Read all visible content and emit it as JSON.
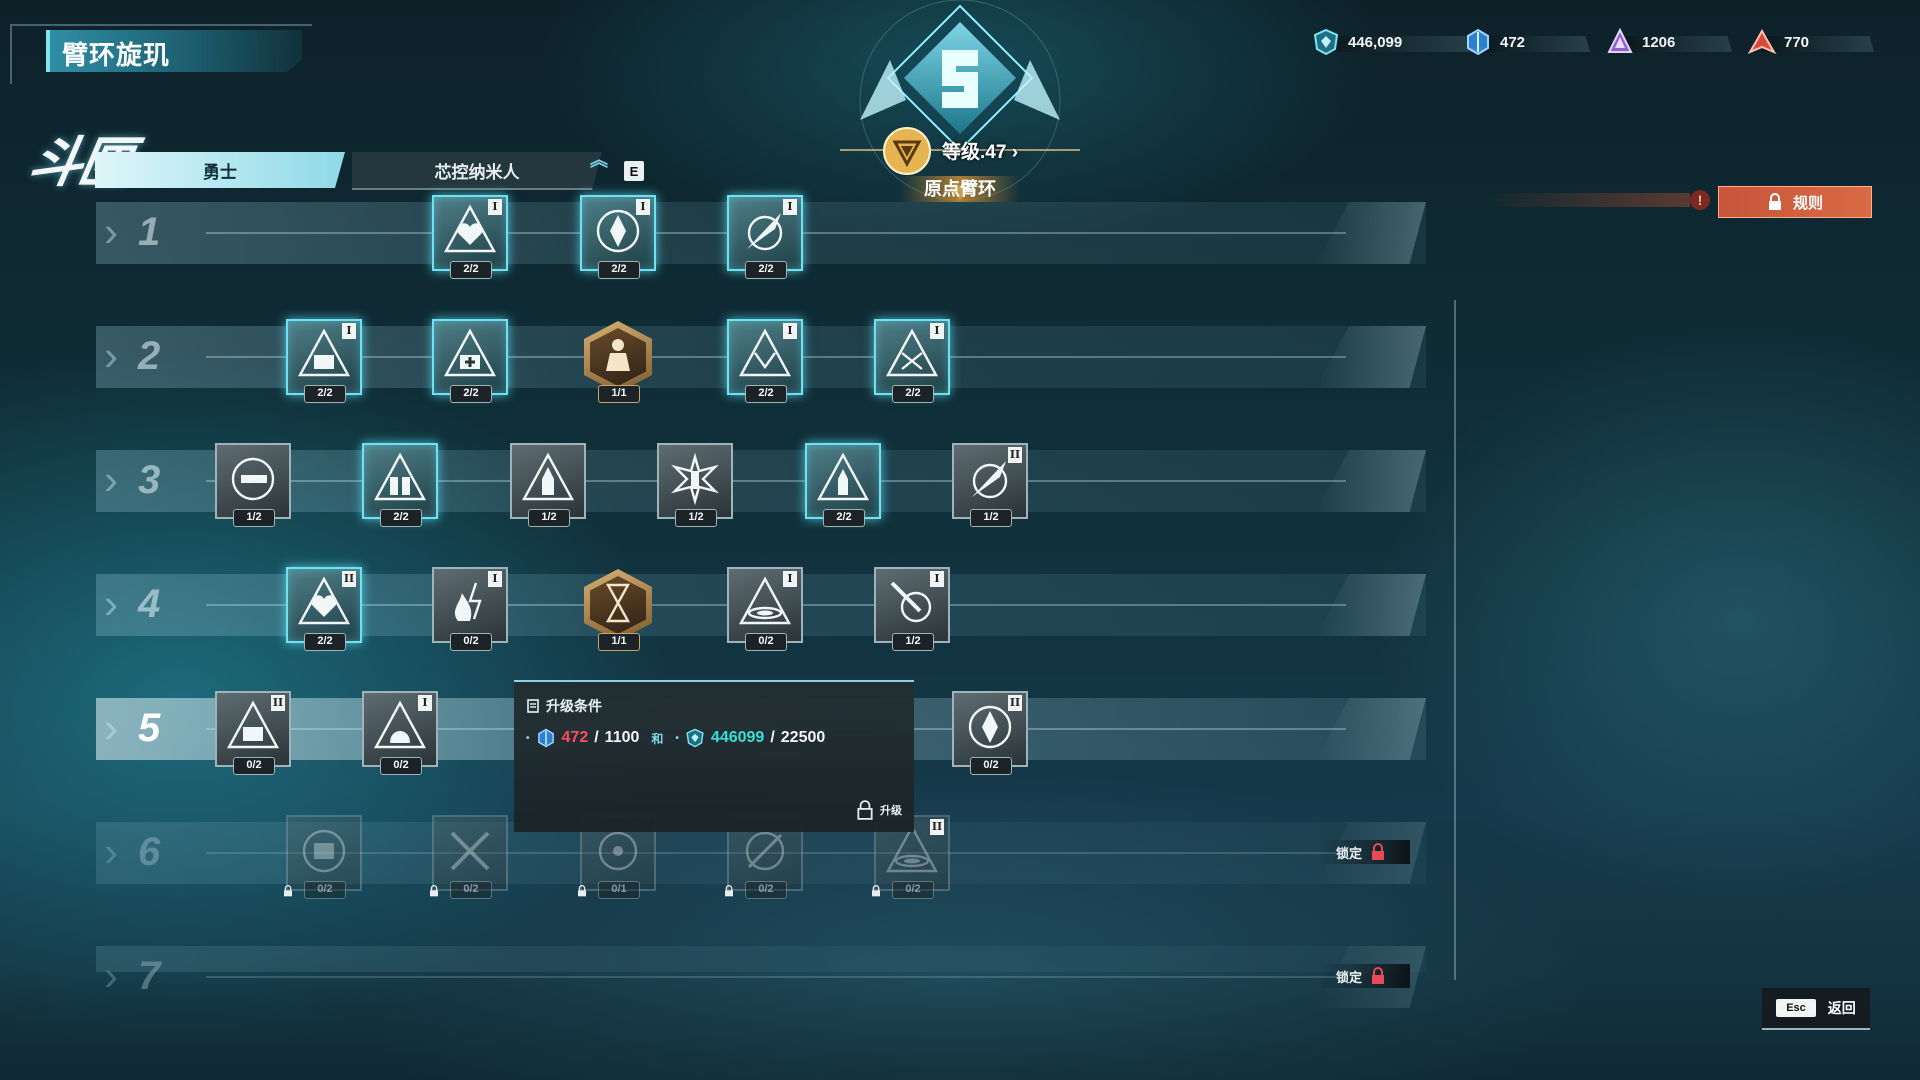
{
  "title": "臂环旋玑",
  "section_label": "斗匣",
  "tabs": [
    {
      "label": "勇士",
      "active": true
    },
    {
      "label": "芯控纳米人",
      "active": false
    }
  ],
  "tab_hotkey": "E",
  "emblem": {
    "level_text": "等级.47",
    "level_arrow": "›",
    "ring_name": "原点臂环"
  },
  "currencies": [
    {
      "icon": "shield-crest-icon",
      "value": "446,099",
      "color": "#3ab6c8"
    },
    {
      "icon": "blue-crystal-icon",
      "value": "472",
      "color": "#3a8fd8"
    },
    {
      "icon": "purple-crystal-icon",
      "value": "1206",
      "color": "#b68ad8"
    },
    {
      "icon": "red-crystal-icon",
      "value": "770",
      "color": "#e05a4a"
    }
  ],
  "rules": {
    "label": "规则",
    "warning": "!"
  },
  "rows": [
    {
      "number": "1",
      "state": "unlocked",
      "nodes": [
        {
          "icon": "heart-shield-icon",
          "tier": "I",
          "count": "2/2",
          "style": "active"
        },
        {
          "icon": "compass-diamond-icon",
          "tier": "I",
          "count": "2/2",
          "style": "active"
        },
        {
          "icon": "feather-crosshair-icon",
          "tier": "I",
          "count": "2/2",
          "style": "active"
        }
      ]
    },
    {
      "number": "2",
      "state": "unlocked",
      "nodes": [
        {
          "icon": "fortress-shield-icon",
          "tier": "I",
          "count": "2/2",
          "style": "active"
        },
        {
          "icon": "medkit-shield-icon",
          "tier": "",
          "count": "2/2",
          "style": "active"
        },
        {
          "icon": "warrior-figure-icon",
          "tier": "",
          "count": "1/1",
          "style": "gold"
        },
        {
          "icon": "chevron-shield-icon",
          "tier": "I",
          "count": "2/2",
          "style": "active"
        },
        {
          "icon": "crossed-shield-icon",
          "tier": "I",
          "count": "2/2",
          "style": "active"
        }
      ]
    },
    {
      "number": "3",
      "state": "unlocked",
      "nodes": [
        {
          "icon": "bullet-crosshair-icon",
          "tier": "",
          "count": "1/2",
          "style": "normal"
        },
        {
          "icon": "ammo-crate-icon",
          "tier": "",
          "count": "2/2",
          "style": "active"
        },
        {
          "icon": "rocket-ammo-icon",
          "tier": "",
          "count": "1/2",
          "style": "normal"
        },
        {
          "icon": "bullet-burst-icon",
          "tier": "",
          "count": "1/2",
          "style": "normal"
        },
        {
          "icon": "bullet-shield-icon",
          "tier": "",
          "count": "2/2",
          "style": "active"
        },
        {
          "icon": "feather-crosshair-icon",
          "tier": "II",
          "count": "1/2",
          "style": "normal"
        }
      ]
    },
    {
      "number": "4",
      "state": "unlocked",
      "nodes": [
        {
          "icon": "heart-shield-icon",
          "tier": "II",
          "count": "2/2",
          "style": "active"
        },
        {
          "icon": "fire-lightning-icon",
          "tier": "I",
          "count": "0/2",
          "style": "normal"
        },
        {
          "icon": "hourglass-icon",
          "tier": "",
          "count": "1/1",
          "style": "gold"
        },
        {
          "icon": "ripple-shield-icon",
          "tier": "I",
          "count": "0/2",
          "style": "normal"
        },
        {
          "icon": "blade-target-icon",
          "tier": "I",
          "count": "1/2",
          "style": "normal"
        }
      ]
    },
    {
      "number": "5",
      "state": "unlocked",
      "nodes": [
        {
          "icon": "fortress-shield-icon",
          "tier": "II",
          "count": "0/2",
          "style": "normal"
        },
        {
          "icon": "hooded-shield-icon",
          "tier": "I",
          "count": "0/2",
          "style": "normal"
        },
        {
          "icon": "compass-diamond-icon",
          "tier": "II",
          "count": "0/2",
          "style": "normal"
        }
      ]
    },
    {
      "number": "6",
      "state": "locked",
      "locked_label": "锁定",
      "nodes": [
        {
          "icon": "fist-gear-icon",
          "tier": "",
          "count": "0/2",
          "style": "dim"
        },
        {
          "icon": "crossed-blades-icon",
          "tier": "",
          "count": "0/2",
          "style": "dim"
        },
        {
          "icon": "target-lock-icon",
          "tier": "",
          "count": "0/1",
          "style": "dim"
        },
        {
          "icon": "crosshair-slash-icon",
          "tier": "",
          "count": "0/2",
          "style": "dim"
        },
        {
          "icon": "ripple-shield-icon",
          "tier": "II",
          "count": "0/2",
          "style": "dim"
        }
      ]
    },
    {
      "number": "7",
      "state": "locked",
      "locked_label": "锁定",
      "nodes": []
    }
  ],
  "tooltip": {
    "header": "升级条件",
    "req1_current": "472",
    "req1_required": "1100",
    "conjunction": "和",
    "req2_current": "446099",
    "req2_required": "22500",
    "upgrade_label": "升级"
  },
  "esc": {
    "key": "Esc",
    "label": "返回"
  }
}
